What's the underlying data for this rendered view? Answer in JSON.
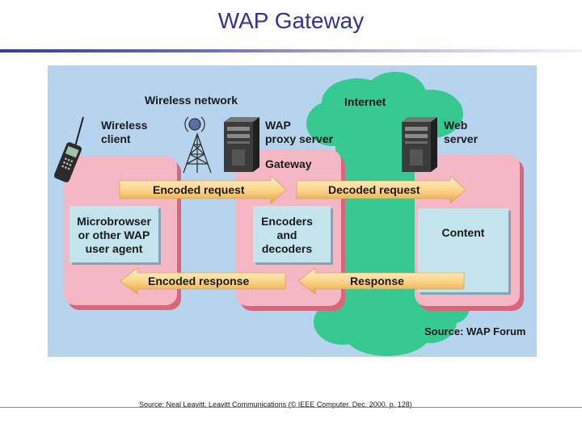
{
  "slide": {
    "title": "WAP Gateway",
    "source_note": "Source: Neal Leavitt, Leavitt Communications (© IEEE Computer, Dec. 2000, p. 128)"
  },
  "diagram": {
    "labels": {
      "wireless_network": "Wireless network",
      "internet": "Internet",
      "wireless_client_1": "Wireless",
      "wireless_client_2": "client",
      "wap_proxy_1": "WAP",
      "wap_proxy_2": "proxy server",
      "web_server_1": "Web",
      "web_server_2": "server",
      "gateway": "Gateway",
      "encoded_request": "Encoded request",
      "decoded_request": "Decoded request",
      "microbrowser_1": "Microbrowser",
      "microbrowser_2": "or other WAP",
      "microbrowser_3": "user agent",
      "encoders_1": "Encoders",
      "encoders_2": "and",
      "encoders_3": "decoders",
      "content": "Content",
      "encoded_response": "Encoded response",
      "response": "Response",
      "source": "Source: WAP Forum"
    },
    "colors": {
      "background": "#b7d4ee",
      "internet_cloud": "#36c992",
      "panel_pink": "#f5b7c4",
      "panel_shadow": "#d9667a",
      "inner_box": "#c3e4ec",
      "arrow_fill": "#fbd58a",
      "server_dark": "#3b3b3b"
    }
  }
}
